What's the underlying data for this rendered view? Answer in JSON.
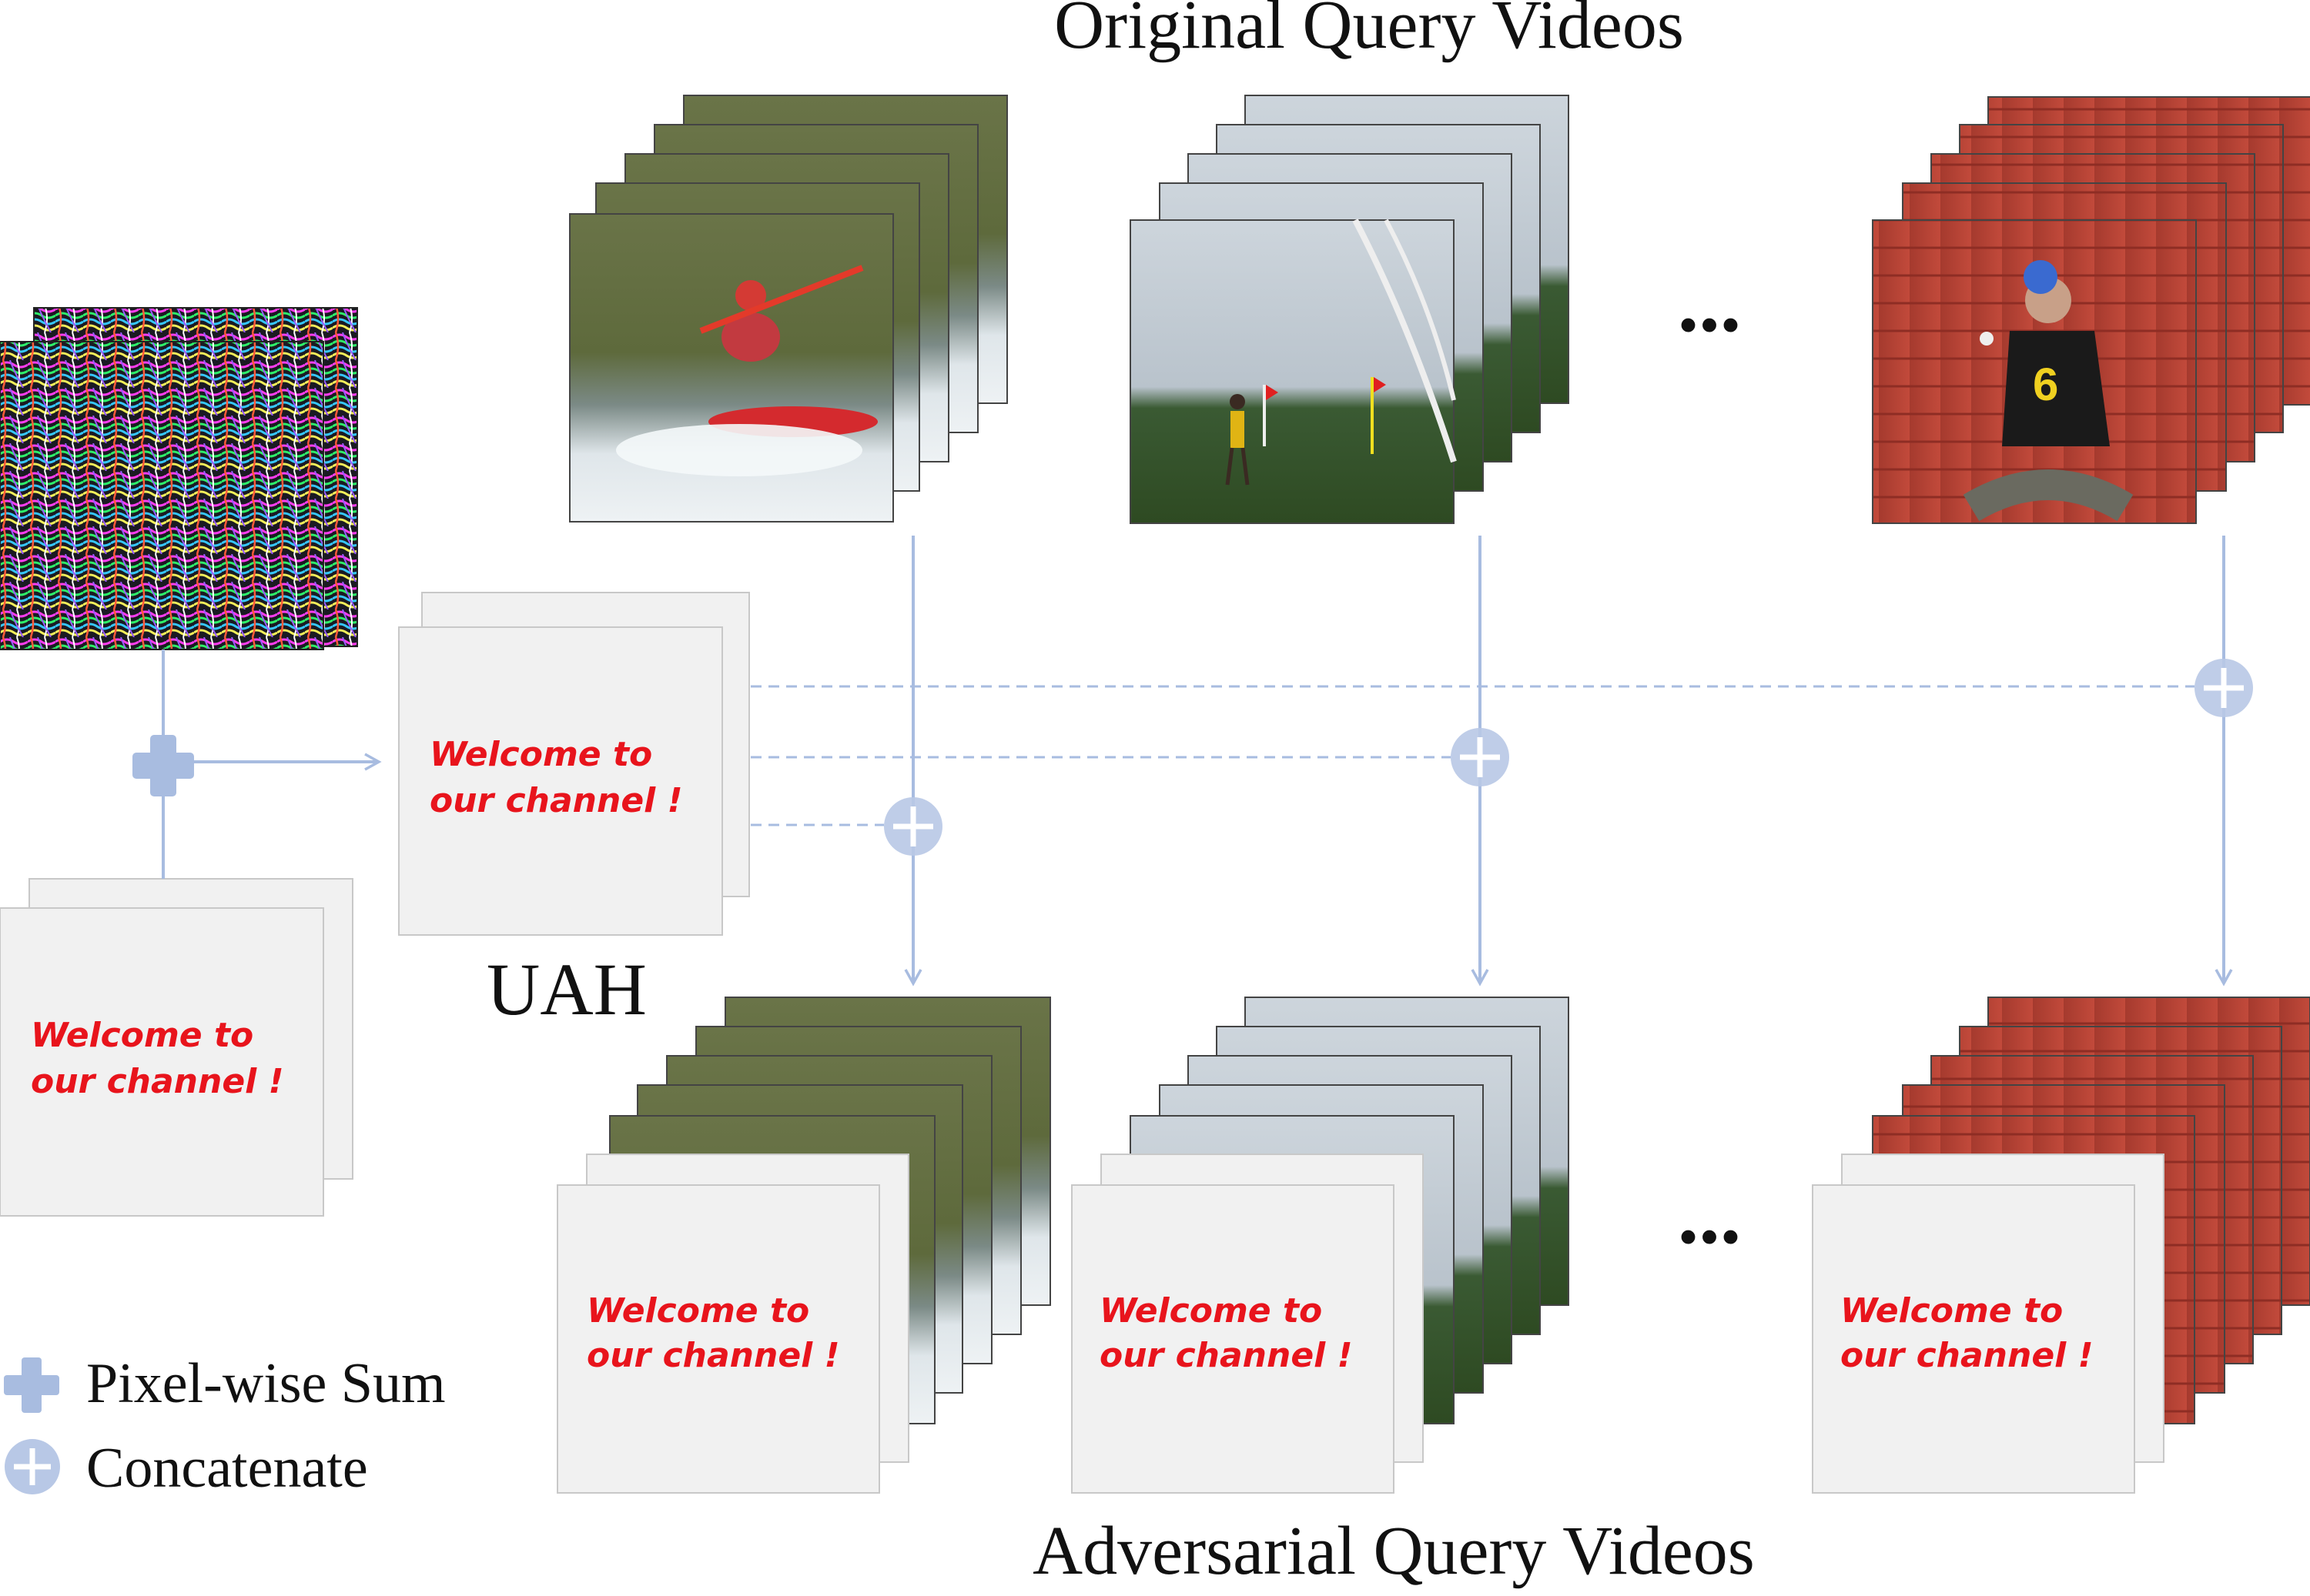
{
  "title_top": "Original Query Videos",
  "title_bottom": "Adversarial Query Videos",
  "uah_label": "UAH",
  "ellipsis": "...",
  "watermark_text": {
    "line1": "Welcome to",
    "line2": "our channel !"
  },
  "legend": {
    "sum_label": "Pixel-wise Sum",
    "concat_label": "Concatenate"
  },
  "videos": [
    {
      "scene": "kayaking"
    },
    {
      "scene": "soccer-field"
    },
    {
      "scene": "juggling-red-wall"
    }
  ],
  "colors": {
    "arrow": "#a8bce0",
    "symbol": "#a8bce0",
    "text_red": "#e8141c",
    "card_bg": "#f1f1f1",
    "card_border": "#c8c8c8"
  }
}
